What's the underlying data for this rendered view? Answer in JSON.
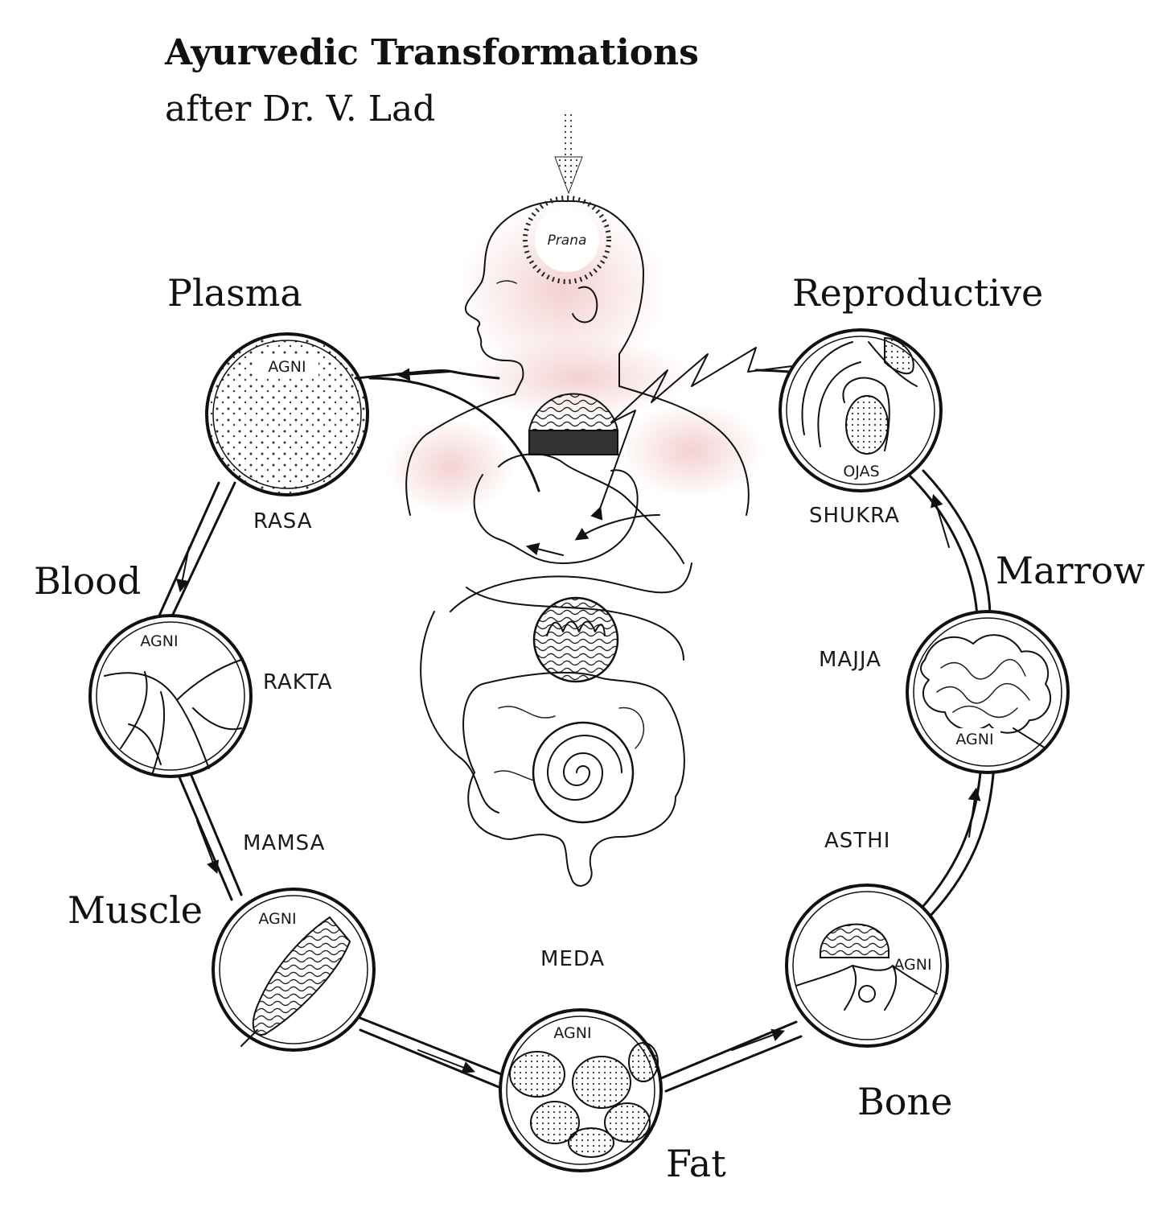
{
  "title": "Ayurvedic Transformations",
  "subtitle": "after Dr. V. Lad",
  "prana_label": "Prana",
  "ojas_label": "OJAS",
  "agni_label": "AGNI",
  "tissues": [
    {
      "english": "Plasma",
      "sanskrit": "RASA"
    },
    {
      "english": "Blood",
      "sanskrit": "RAKTA"
    },
    {
      "english": "Muscle",
      "sanskrit": "MAMSA"
    },
    {
      "english": "Fat",
      "sanskrit": "MEDA"
    },
    {
      "english": "Bone",
      "sanskrit": "ASTHI"
    },
    {
      "english": "Marrow",
      "sanskrit": "MAJJA"
    },
    {
      "english": "Reproductive",
      "sanskrit": "SHUKRA"
    }
  ],
  "colors": {
    "ink": "#111111",
    "blush": "#f2c9c9",
    "background": "#ffffff"
  }
}
